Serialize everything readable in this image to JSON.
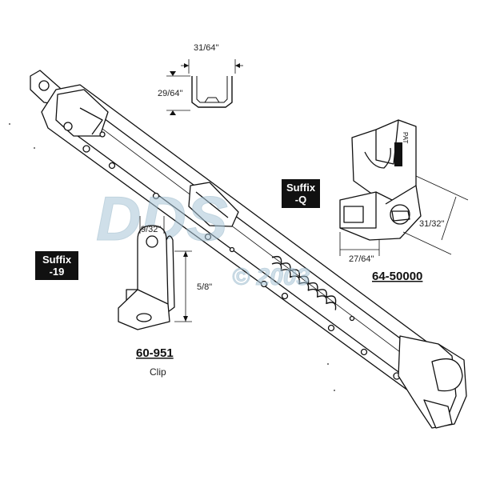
{
  "dimensions": {
    "channel_width": "31/64\"",
    "channel_height": "29/64\"",
    "clip_hole": "9/32\"",
    "clip_height": "5/8\"",
    "block_depth": "31/32\"",
    "block_width": "27/64\""
  },
  "suffix_q": {
    "line1": "Suffix",
    "line2": "-Q"
  },
  "suffix_19": {
    "line1": "Suffix",
    "line2": "-19"
  },
  "clip_part": {
    "number": "60-951",
    "caption": "Clip"
  },
  "block_part": {
    "number": "64-50000"
  },
  "watermark": {
    "logo": "DDS",
    "copyright": "© 2003"
  },
  "colors": {
    "line": "#111111",
    "badge": "#111111",
    "watermark": "#a9c6d8"
  }
}
